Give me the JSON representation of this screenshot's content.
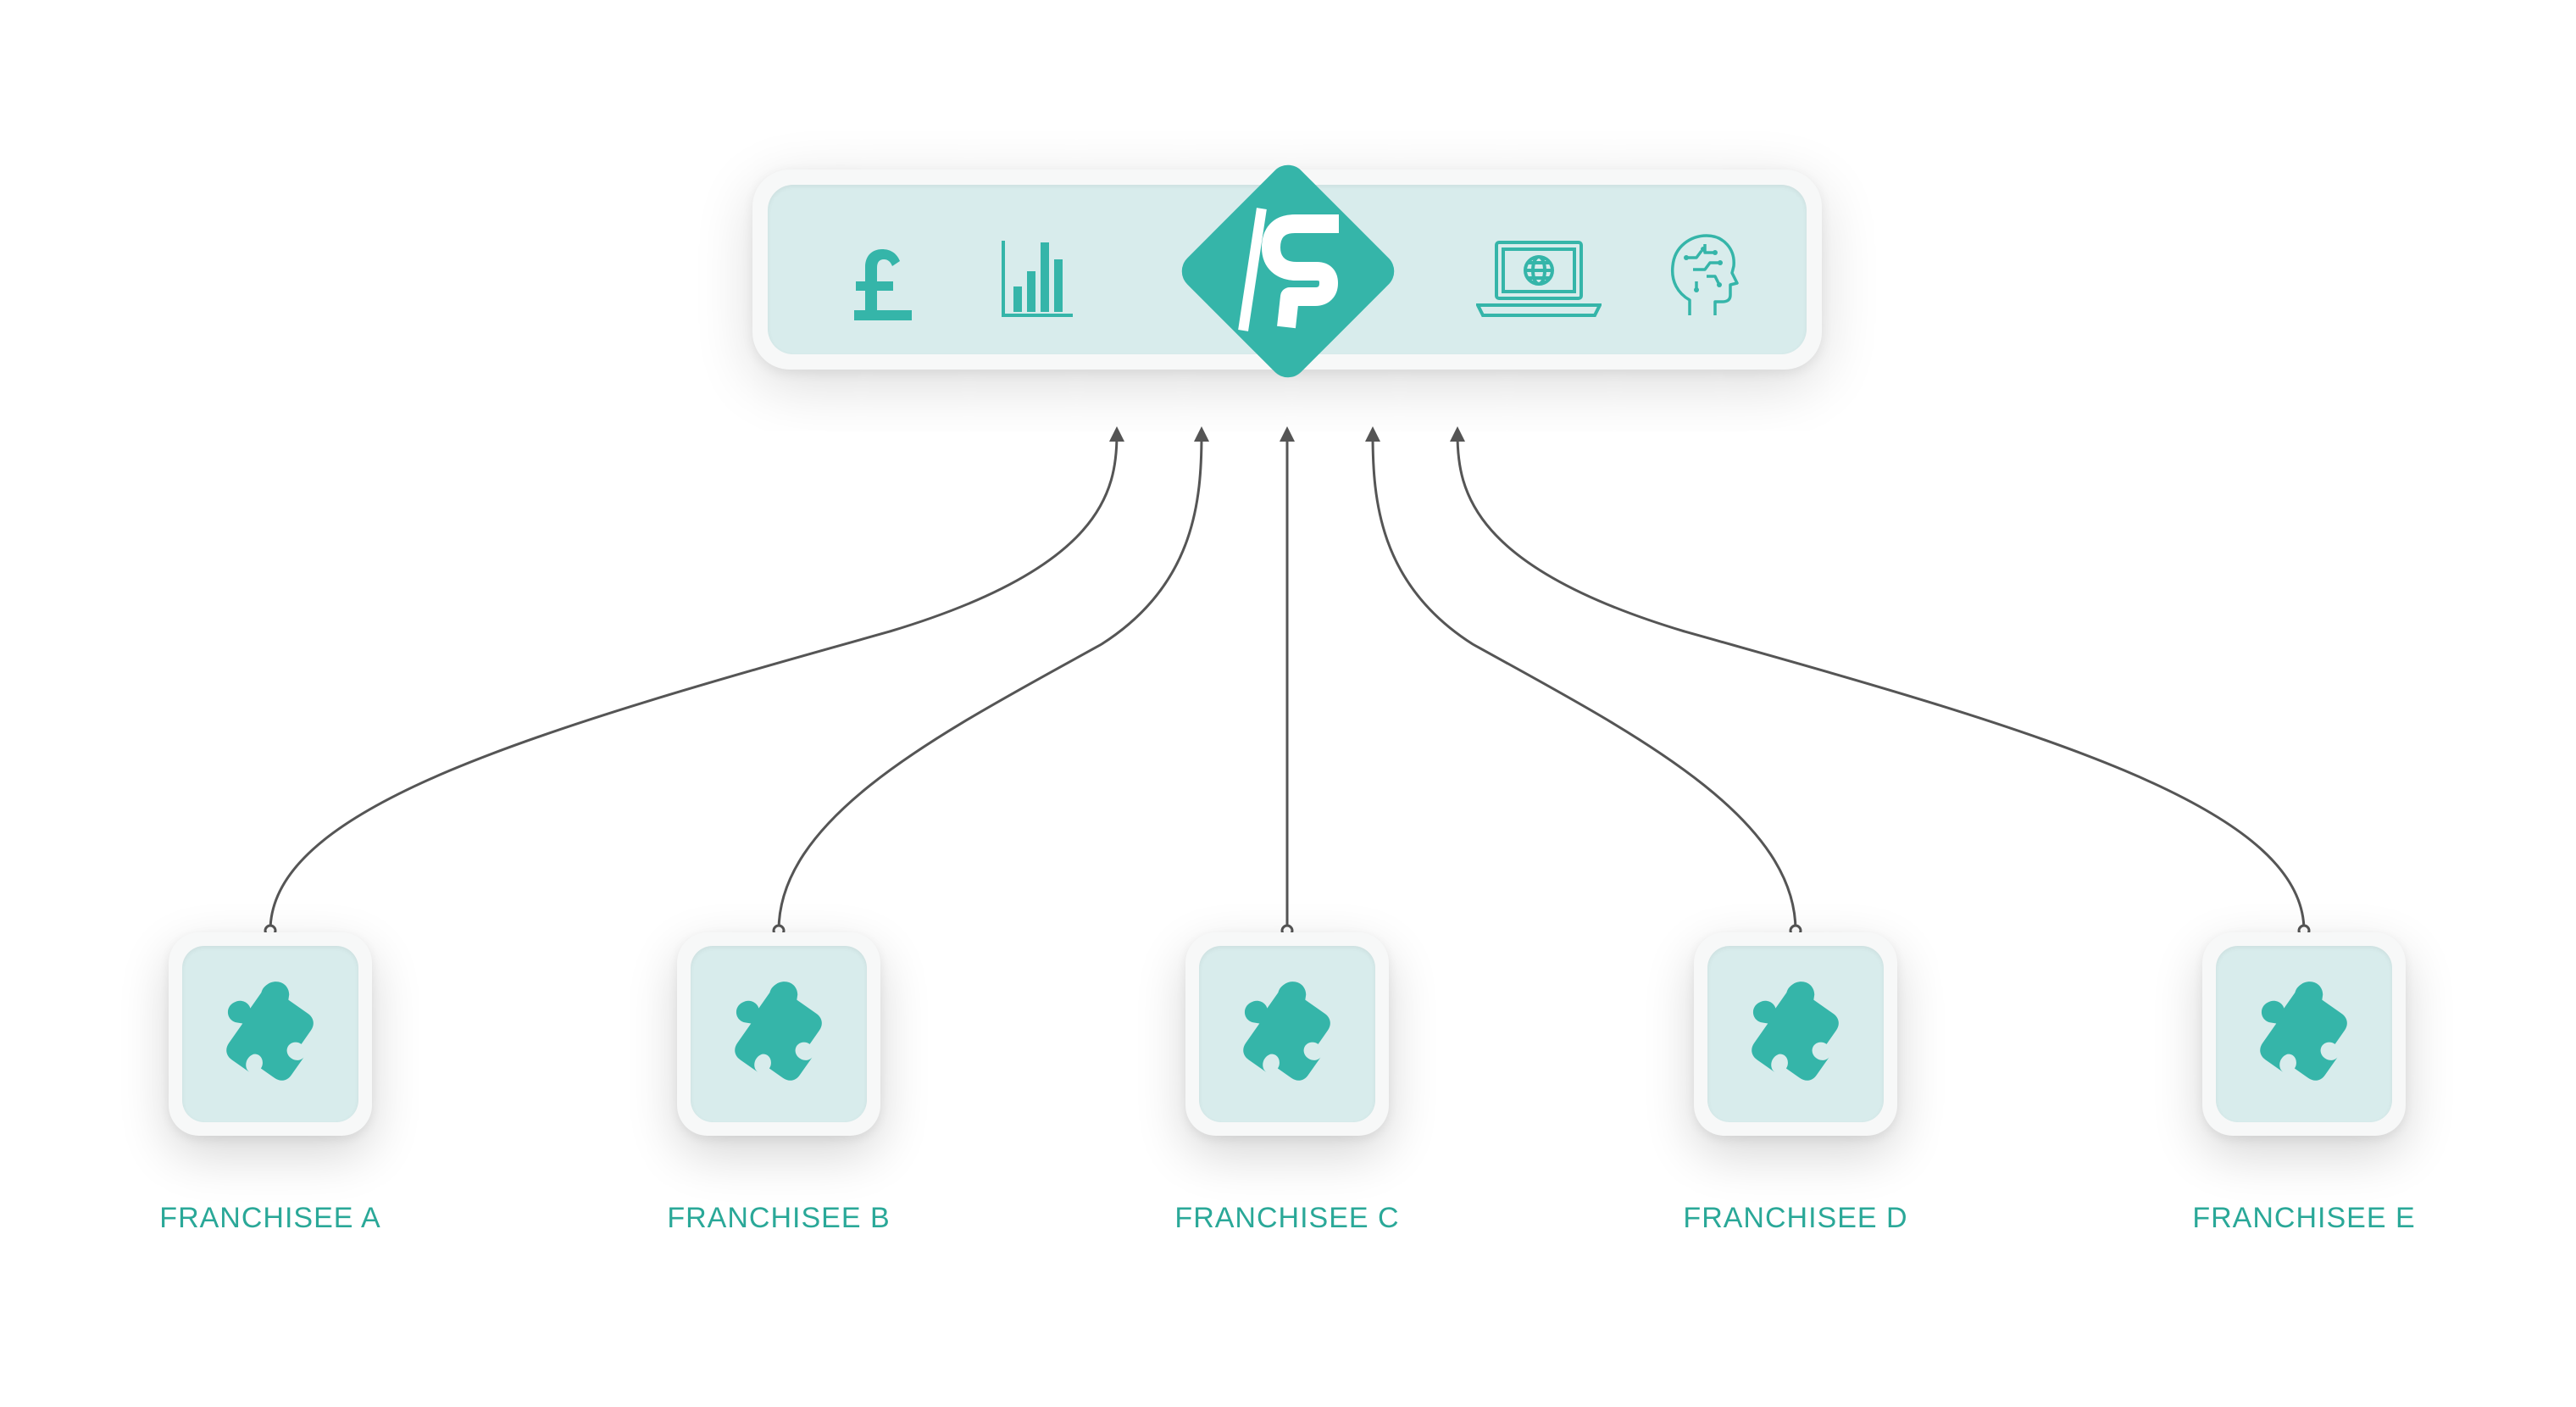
{
  "hub": {
    "icons": [
      "pound-sign-icon",
      "bar-chart-icon",
      "laptop-globe-icon",
      "brain-circuit-icon"
    ],
    "logo_letter": "S"
  },
  "franchisees": [
    {
      "label": "FRANCHISEE A"
    },
    {
      "label": "FRANCHISEE B"
    },
    {
      "label": "FRANCHISEE C"
    },
    {
      "label": "FRANCHISEE D"
    },
    {
      "label": "FRANCHISEE E"
    }
  ],
  "colors": {
    "teal": "#35b5a9",
    "label_teal": "#2aa898",
    "panel": "#d8ecec",
    "frame": "#f7f8f8",
    "connector": "#555555"
  }
}
